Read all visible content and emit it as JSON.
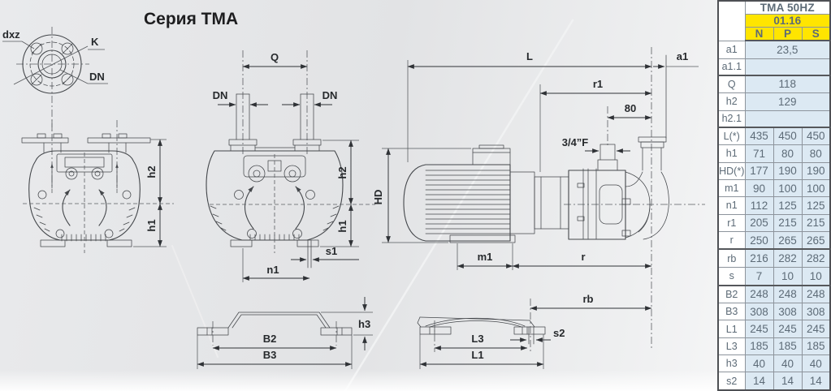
{
  "title": "Серия TMA",
  "table": {
    "header": {
      "model": "TMA 50HZ",
      "date": "01.16",
      "columns": [
        "N",
        "P",
        "S"
      ]
    },
    "rows": [
      {
        "label": "a1",
        "merged": "23,5"
      },
      {
        "label": "a1.1",
        "merged": ""
      },
      {
        "label": "Q",
        "merged": "118",
        "sep": true
      },
      {
        "label": "h2",
        "merged": "129"
      },
      {
        "label": "h2.1",
        "merged": ""
      },
      {
        "label": "L(*)",
        "values": [
          "435",
          "450",
          "450"
        ],
        "sep": true
      },
      {
        "label": "h1",
        "values": [
          "71",
          "80",
          "80"
        ]
      },
      {
        "label": "HD(*)",
        "values": [
          "177",
          "190",
          "190"
        ]
      },
      {
        "label": "m1",
        "values": [
          "90",
          "100",
          "100"
        ]
      },
      {
        "label": "n1",
        "values": [
          "112",
          "125",
          "125"
        ]
      },
      {
        "label": "r1",
        "values": [
          "205",
          "215",
          "215"
        ]
      },
      {
        "label": "r",
        "values": [
          "250",
          "265",
          "265"
        ]
      },
      {
        "label": "rb",
        "values": [
          "216",
          "282",
          "282"
        ],
        "sep": true
      },
      {
        "label": "s",
        "values": [
          "7",
          "10",
          "10"
        ]
      },
      {
        "label": "B2",
        "values": [
          "248",
          "248",
          "248"
        ],
        "sep": true
      },
      {
        "label": "B3",
        "values": [
          "308",
          "308",
          "308"
        ]
      },
      {
        "label": "L1",
        "values": [
          "245",
          "245",
          "245"
        ]
      },
      {
        "label": "L3",
        "values": [
          "185",
          "185",
          "185"
        ]
      },
      {
        "label": "h3",
        "values": [
          "40",
          "40",
          "40"
        ]
      },
      {
        "label": "s2",
        "values": [
          "14",
          "14",
          "14"
        ]
      }
    ],
    "colors": {
      "header_yellow": "#FFE500",
      "value_cell_blue": "#DCE9F3"
    }
  },
  "drawing": {
    "flange": {
      "dxz": "dxz",
      "k": "K",
      "dn": "DN"
    },
    "front": {
      "q": "Q",
      "dn_left": "DN",
      "dn_right": "DN",
      "h2": "h2",
      "h1": "h1",
      "s1": "s1",
      "n1": "n1"
    },
    "left": {
      "h2": "h2",
      "h1": "h1"
    },
    "side": {
      "l": "L",
      "a1": "a1",
      "r1": "r1",
      "d80": "80",
      "thread": "3/4”F",
      "hd": "HD",
      "m1": "m1",
      "r": "r"
    },
    "base_front": {
      "b2": "B2",
      "b3": "B3",
      "h3": "h3"
    },
    "base_side": {
      "rb": "rb",
      "s2": "s2",
      "l3": "L3",
      "l1": "L1"
    }
  }
}
